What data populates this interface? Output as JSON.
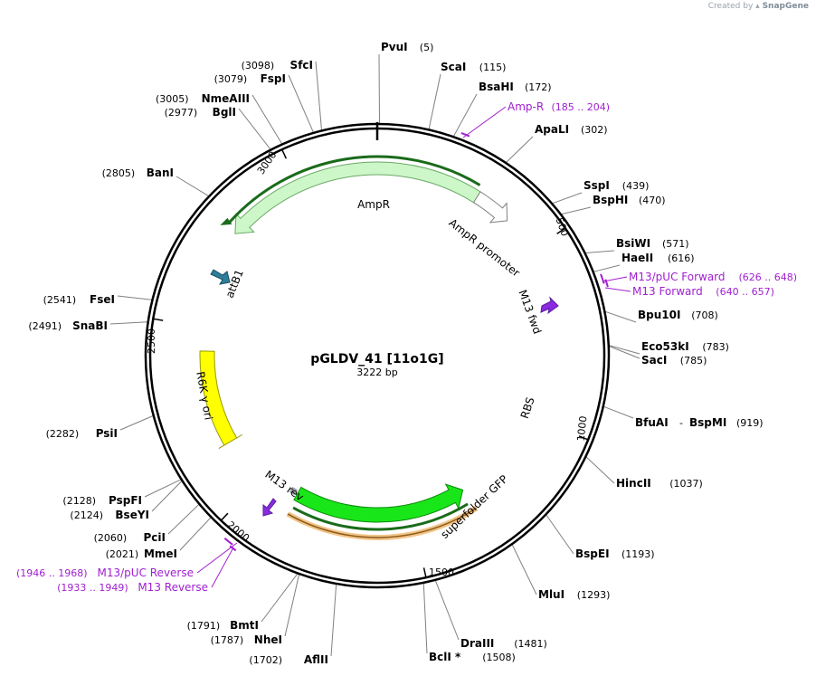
{
  "credit": {
    "prefix": "Created by",
    "brand": "SnapGene"
  },
  "plasmid": {
    "name": "pGLDV_41 [11o1G]",
    "length_label": "3222 bp",
    "length": 3222
  },
  "ticks": [
    "500",
    "1000",
    "1500",
    "2000",
    "2500",
    "3000"
  ],
  "features": [
    {
      "id": "ampr",
      "label": "AmpR",
      "color": "#cdf7c8"
    },
    {
      "id": "ampr-promoter",
      "label": "AmpR promoter",
      "color": "#ffffff"
    },
    {
      "id": "attb1",
      "label": "attB1",
      "color": "#2e7d99"
    },
    {
      "id": "m13-fwd",
      "label": "M13 fwd",
      "color": "#8a2be2"
    },
    {
      "id": "r6k",
      "label": "R6K γ ori",
      "color": "#ffff00"
    },
    {
      "id": "m13-rev",
      "label": "M13 rev",
      "color": "#8a2be2"
    },
    {
      "id": "rbs",
      "label": "RBS",
      "color": "#9ea3b0"
    },
    {
      "id": "sfgfp",
      "label": "superfolder GFP",
      "color": "#19e619"
    }
  ],
  "sites": [
    {
      "name": "PvuI",
      "pos": "(5)"
    },
    {
      "name": "ScaI",
      "pos": "(115)"
    },
    {
      "name": "BsaHI",
      "pos": "(172)"
    },
    {
      "name": "ApaLI",
      "pos": "(302)"
    },
    {
      "name": "SspI",
      "pos": "(439)"
    },
    {
      "name": "BspHI",
      "pos": "(470)"
    },
    {
      "name": "BsiWI",
      "pos": "(571)"
    },
    {
      "name": "HaeII",
      "pos": "(616)"
    },
    {
      "name": "Bpu10I",
      "pos": "(708)"
    },
    {
      "name": "Eco53kI",
      "pos": "(783)"
    },
    {
      "name": "SacI",
      "pos": "(785)"
    },
    {
      "name": "BfuAI",
      "sep": "-",
      "name2": "BspMI",
      "pos": "(919)"
    },
    {
      "name": "HincII",
      "pos": "(1037)"
    },
    {
      "name": "BspEI",
      "pos": "(1193)"
    },
    {
      "name": "MluI",
      "pos": "(1293)"
    },
    {
      "name": "DraIII",
      "pos": "(1481)"
    },
    {
      "name": "BclI *",
      "pos": "(1508)"
    },
    {
      "name": "AflII",
      "pos": "(1702)"
    },
    {
      "name": "NheI",
      "pos": "(1787)"
    },
    {
      "name": "BmtI",
      "pos": "(1791)"
    },
    {
      "name": "MmeI",
      "pos": "(2021)"
    },
    {
      "name": "PciI",
      "pos": "(2060)"
    },
    {
      "name": "BseYI",
      "pos": "(2124)"
    },
    {
      "name": "PspFI",
      "pos": "(2128)"
    },
    {
      "name": "PsiI",
      "pos": "(2282)"
    },
    {
      "name": "SnaBI",
      "pos": "(2491)"
    },
    {
      "name": "FseI",
      "pos": "(2541)"
    },
    {
      "name": "BanI",
      "pos": "(2805)"
    },
    {
      "name": "BglI",
      "pos": "(2977)"
    },
    {
      "name": "NmeAIII",
      "pos": "(3005)"
    },
    {
      "name": "FspI",
      "pos": "(3079)"
    },
    {
      "name": "SfcI",
      "pos": "(3098)"
    }
  ],
  "primers": [
    {
      "name": "Amp-R",
      "range": "(185 .. 204)"
    },
    {
      "name": "M13/pUC Forward",
      "range": "(626 .. 648)"
    },
    {
      "name": "M13 Forward",
      "range": "(640 .. 657)"
    },
    {
      "name": "M13/pUC Reverse",
      "range": "(1946 .. 1968)"
    },
    {
      "name": "M13 Reverse",
      "range": "(1933 .. 1949)"
    }
  ]
}
